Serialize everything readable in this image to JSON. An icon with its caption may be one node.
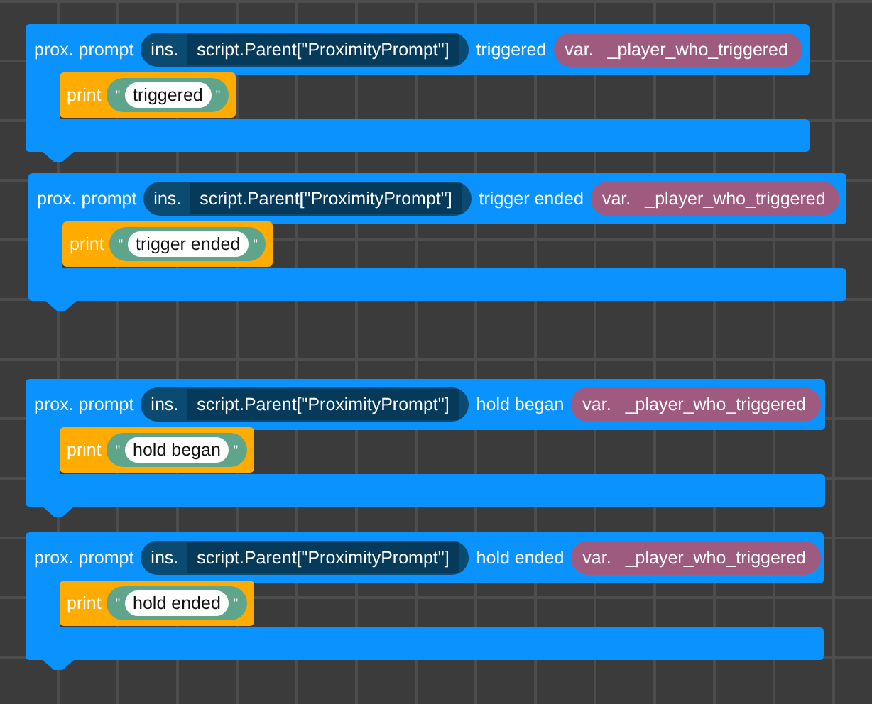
{
  "diagram": {
    "nodes": [
      {
        "text": [
          "prox. prompt",
          "triggered"
        ]
      },
      {
        "text": [
          "ins.",
          "script.Parent[\"ProximityPrompt\"]"
        ],
        "in": 0
      },
      {
        "text": [
          "var.",
          "_player_who_triggered"
        ],
        "in": 0
      },
      {
        "text": [
          "print"
        ],
        "in": 0
      },
      {
        "text": [
          "\"",
          "\""
        ],
        "in": 3
      },
      {
        "text": [
          "triggered"
        ],
        "in": 4
      },
      {
        "text": [
          "prox. prompt",
          "trigger ended"
        ]
      },
      {
        "text": [
          "ins.",
          "script.Parent[\"ProximityPrompt\"]"
        ],
        "in": 6
      },
      {
        "text": [
          "var.",
          "_player_who_triggered"
        ],
        "in": 6
      },
      {
        "text": [
          "print"
        ],
        "in": 6
      },
      {
        "text": [
          "\"",
          "\""
        ],
        "in": 9
      },
      {
        "text": [
          "trigger ended"
        ],
        "in": 10
      },
      {
        "text": [
          "prox. prompt",
          "hold began"
        ]
      },
      {
        "text": [
          "ins.",
          "script.Parent[\"ProximityPrompt\"]"
        ],
        "in": 12
      },
      {
        "text": [
          "var.",
          "_player_who_triggered"
        ],
        "in": 12
      },
      {
        "text": [
          "print"
        ],
        "in": 12
      },
      {
        "text": [
          "\"",
          "\""
        ],
        "in": 15
      },
      {
        "text": [
          "hold began"
        ],
        "in": 16
      },
      {
        "text": [
          "prox. prompt",
          "hold ended"
        ]
      },
      {
        "text": [
          "ins.",
          "script.Parent[\"ProximityPrompt\"]"
        ],
        "in": 18
      },
      {
        "text": [
          "var.",
          "_player_who_triggered"
        ],
        "in": 18
      },
      {
        "text": [
          "print"
        ],
        "in": 18
      },
      {
        "text": [
          "\"",
          "\""
        ],
        "in": 21
      },
      {
        "text": [
          "hold ended"
        ],
        "in": 22
      }
    ],
    "edges": []
  }
}
